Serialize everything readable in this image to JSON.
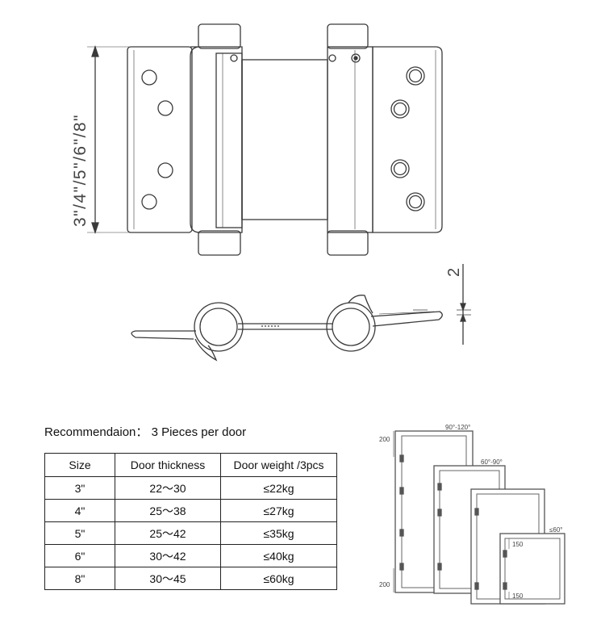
{
  "drawing": {
    "height_dimension_label": "3\"/4\"/5\"/6\"/8\"",
    "thickness_dimension_label": "2"
  },
  "recommendation": {
    "label": "Recommendaion：",
    "value": "3 Pieces per door"
  },
  "table": {
    "headers": [
      "Size",
      "Door thickness",
      "Door weight /3pcs"
    ],
    "rows": [
      [
        "3\"",
        "22～30",
        "≤22kg"
      ],
      [
        "4\"",
        "25～38",
        "≤27kg"
      ],
      [
        "5\"",
        "25～42",
        "≤35kg"
      ],
      [
        "6\"",
        "30～42",
        "≤40kg"
      ],
      [
        "8\"",
        "30～45",
        "≤60kg"
      ]
    ]
  },
  "door_diagrams": [
    {
      "width_label": "90°-120°",
      "top_dim": "200",
      "bottom_dim": "200"
    },
    {
      "width_label": "60°-90°"
    },
    {
      "width_label": ""
    },
    {
      "width_label": "≤60°",
      "top_dim": "150",
      "bottom_dim": "150"
    }
  ],
  "colors": {
    "line": "#3a3a3a",
    "fill": "#ffffff",
    "door_frame": "#555555"
  }
}
